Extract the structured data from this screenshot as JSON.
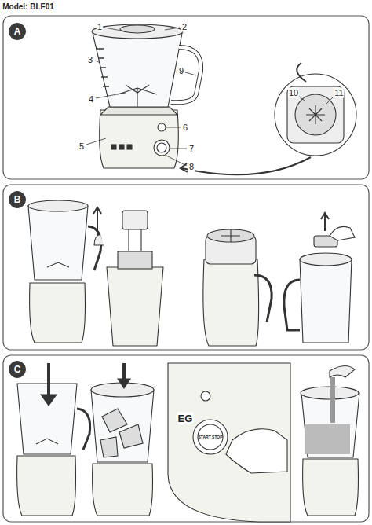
{
  "diagram": {
    "nodes": [
      {
        "text": [
          "A"
        ]
      },
      {
        "text": [
          "B"
        ]
      },
      {
        "text": [
          "C"
        ]
      }
    ],
    "labels": [
      "Model: BLF01",
      "1",
      "2",
      "3",
      "9",
      "4",
      "6",
      "7",
      "5",
      "8",
      "10",
      "11",
      "EG",
      "START STOP"
    ]
  }
}
